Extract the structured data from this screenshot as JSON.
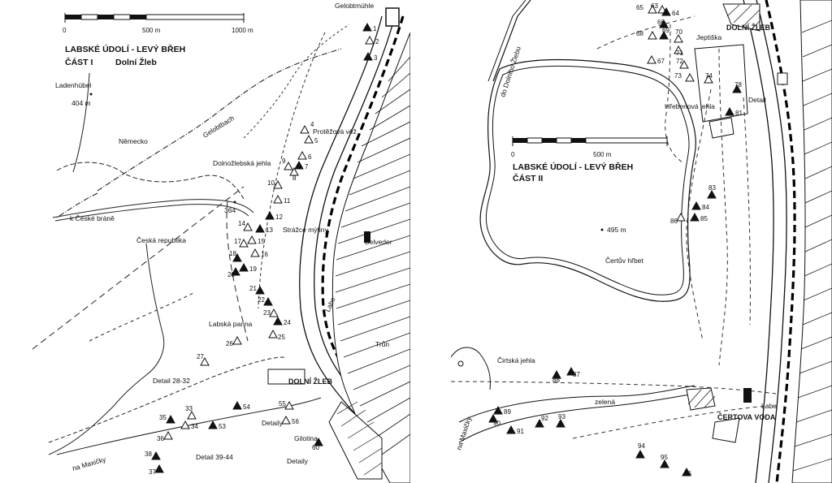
{
  "left_map": {
    "title_line1": "LABSKÉ ÚDOLÍ - LEVÝ BŘEH",
    "title_part": "ČÁST  I",
    "title_area": "Dolní Žleb",
    "scale": {
      "start": "0",
      "mid": "500 m",
      "end": "1000 m"
    },
    "labels": {
      "gelobtmuhle": "Gelobtmühle",
      "ladenhubel": "Ladenhübel",
      "ladenhubel_alt": "404 m",
      "gelobtbach": "Gelobtbach",
      "nemecko": "Německo",
      "protezova_vez": "Protěžová věž",
      "dolnozlebska_jehla": "Dolnožlebská jehla",
      "alt_364": "364",
      "k_ceske_brane": "k České bráně",
      "ceska_republika": "Česká republika",
      "strazce_mytiny": "Strážce mýtiny",
      "belveder": "Belveder",
      "labe": "Labe",
      "labska_panna": "Labská panna",
      "trun": "Trůn",
      "detail_28_32": "Detail 28-32",
      "dolni_zleb": "DOLNÍ ŽLEB",
      "detaily_1": "Detaily",
      "gilotina": "Gilotina",
      "detail_39_44": "Detail 39-44",
      "detaily_2": "Detaily",
      "na_maxicky": "na Maxičky"
    },
    "numbers": [
      "1",
      "2",
      "3",
      "4",
      "5",
      "6",
      "7",
      "8",
      "9",
      "10",
      "11",
      "12",
      "13",
      "14",
      "15",
      "16",
      "17",
      "18",
      "19",
      "20",
      "21",
      "22",
      "23",
      "24",
      "25",
      "26",
      "27",
      "33",
      "34",
      "35",
      "36",
      "37",
      "38",
      "53",
      "54",
      "55",
      "56",
      "60"
    ]
  },
  "right_map": {
    "title_line1": "LABSKÉ ÚDOLÍ - LEVÝ BŘEH",
    "title_part": "ČÁST  II",
    "scale": {
      "start": "0",
      "mid": "500 m"
    },
    "labels": {
      "do_dolniho_zlebu": "do Dolního Žlebu",
      "jeptiska": "Jeptiška",
      "dolni_zleb": "DOLNÍ ŽLEB",
      "detail": "Detail",
      "hrebenova_jehla": "Hřebenová jehla",
      "alt_495": "495 m",
      "certuv_hrbet": "Čertův hřbet",
      "cirtska_jehla": "Čirtská jehla",
      "zelena": "zelená",
      "labe": "Labe",
      "certova_voda": "ČERTOVA VODA",
      "na_maxicky": "na Maxičky"
    },
    "numbers": [
      "63",
      "64",
      "65",
      "66",
      "67",
      "68",
      "69",
      "70",
      "71",
      "72",
      "73",
      "74",
      "78",
      "81",
      "83",
      "84",
      "85",
      "86",
      "87",
      "88",
      "89",
      "90",
      "91",
      "92",
      "93",
      "94",
      "95",
      "96"
    ]
  }
}
